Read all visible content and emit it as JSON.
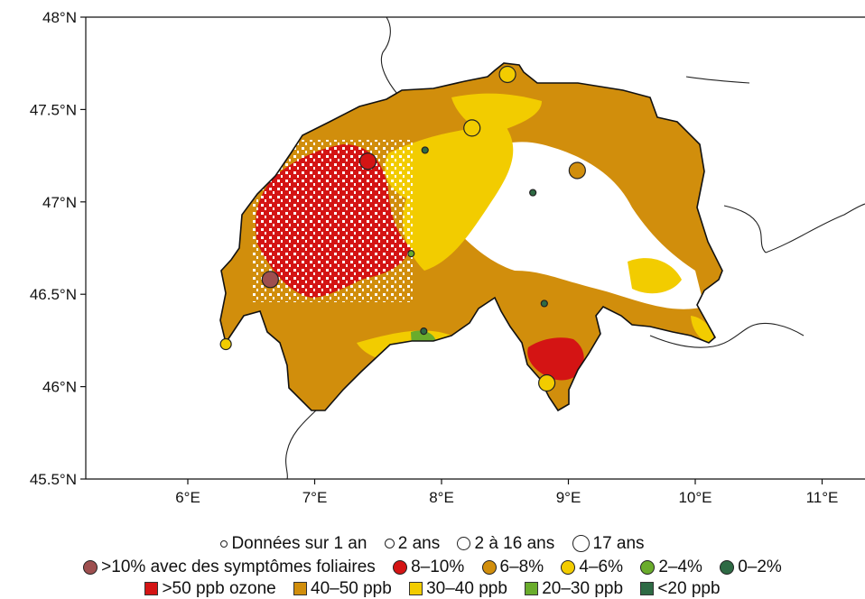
{
  "axes": {
    "y_ticks": [
      "48°N",
      "47.5°N",
      "47°N",
      "46.5°N",
      "46°N",
      "45.5°N"
    ],
    "x_ticks": [
      "6°E",
      "7°E",
      "8°E",
      "9°E",
      "10°E",
      "11°E"
    ]
  },
  "legend": {
    "sizes": [
      {
        "label": "Données sur 1 an",
        "size": "small"
      },
      {
        "label": "2 ans",
        "size": "medium"
      },
      {
        "label": "2 à 16 ans",
        "size": "large"
      },
      {
        "label": "17 ans",
        "size": "xlarge"
      }
    ],
    "symptoms": [
      {
        "label": ">10% avec des symptômes foliaires",
        "color": "#9e4f4f"
      },
      {
        "label": "8–10%",
        "color": "#d41414"
      },
      {
        "label": "6–8%",
        "color": "#d18e0c"
      },
      {
        "label": "4–6%",
        "color": "#f2cc00"
      },
      {
        "label": "2–4%",
        "color": "#6aac2c"
      },
      {
        "label": "0–2%",
        "color": "#2e6a44"
      }
    ],
    "ozone": [
      {
        "label": ">50 ppb ozone",
        "color": "#d41414"
      },
      {
        "label": "40–50 ppb",
        "color": "#d18e0c"
      },
      {
        "label": "30–40 ppb",
        "color": "#f2cc00"
      },
      {
        "label": "20–30 ppb",
        "color": "#6aac2c"
      },
      {
        "label": "<20 ppb",
        "color": "#2e6a44"
      }
    ]
  },
  "stations": [
    {
      "lon": 6.65,
      "lat": 46.58,
      "category": ">10%",
      "size": "large"
    },
    {
      "lon": 7.42,
      "lat": 47.22,
      "category": "8–10%",
      "size": "large"
    },
    {
      "lon": 9.07,
      "lat": 47.17,
      "category": "6–8%",
      "size": "large"
    },
    {
      "lon": 8.52,
      "lat": 47.69,
      "category": "4–6%",
      "size": "large"
    },
    {
      "lon": 8.24,
      "lat": 47.4,
      "category": "4–6%",
      "size": "large"
    },
    {
      "lon": 8.83,
      "lat": 46.02,
      "category": "4–6%",
      "size": "large"
    },
    {
      "lon": 6.3,
      "lat": 46.23,
      "category": "4–6%",
      "size": "medium"
    },
    {
      "lon": 7.76,
      "lat": 46.72,
      "category": "2–4%",
      "size": "small"
    },
    {
      "lon": 7.87,
      "lat": 47.28,
      "category": "0–2%",
      "size": "small"
    },
    {
      "lon": 8.72,
      "lat": 47.05,
      "category": "0–2%",
      "size": "small"
    },
    {
      "lon": 8.81,
      "lat": 46.45,
      "category": "0–2%",
      "size": "small"
    },
    {
      "lon": 7.86,
      "lat": 46.3,
      "category": "0–2%",
      "size": "small"
    }
  ]
}
